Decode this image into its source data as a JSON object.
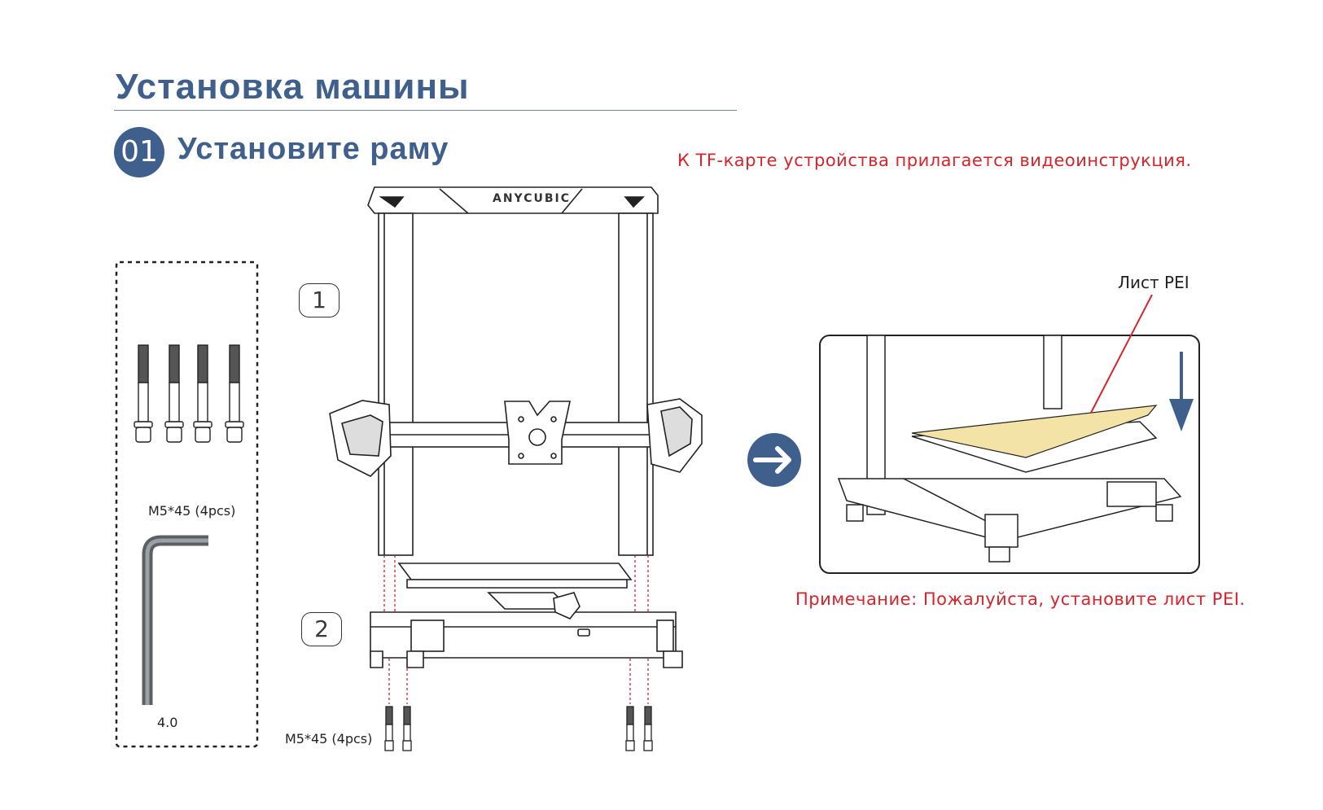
{
  "header": {
    "title": "Установка машины",
    "step_number": "01",
    "step_title": "Установите раму"
  },
  "notes": {
    "video": "К TF-карте устройства прилагается видеоинструкция.",
    "pei_sheet": "Примечание: Пожалуйста, установите лист PEI."
  },
  "parts_box": {
    "screws_label": "M5*45 (4pcs)",
    "wrench_label": "4.0"
  },
  "assembly": {
    "step1": "1",
    "step2": "2",
    "bottom_screws_label": "M5*45 (4pcs)",
    "brand": "ANYCUBIC"
  },
  "inset": {
    "pei_label": "Лист PEI"
  },
  "colors": {
    "heading": "#3f5f8c",
    "note_red": "#d6242a",
    "pei_sheet": "#f4e3a6"
  }
}
